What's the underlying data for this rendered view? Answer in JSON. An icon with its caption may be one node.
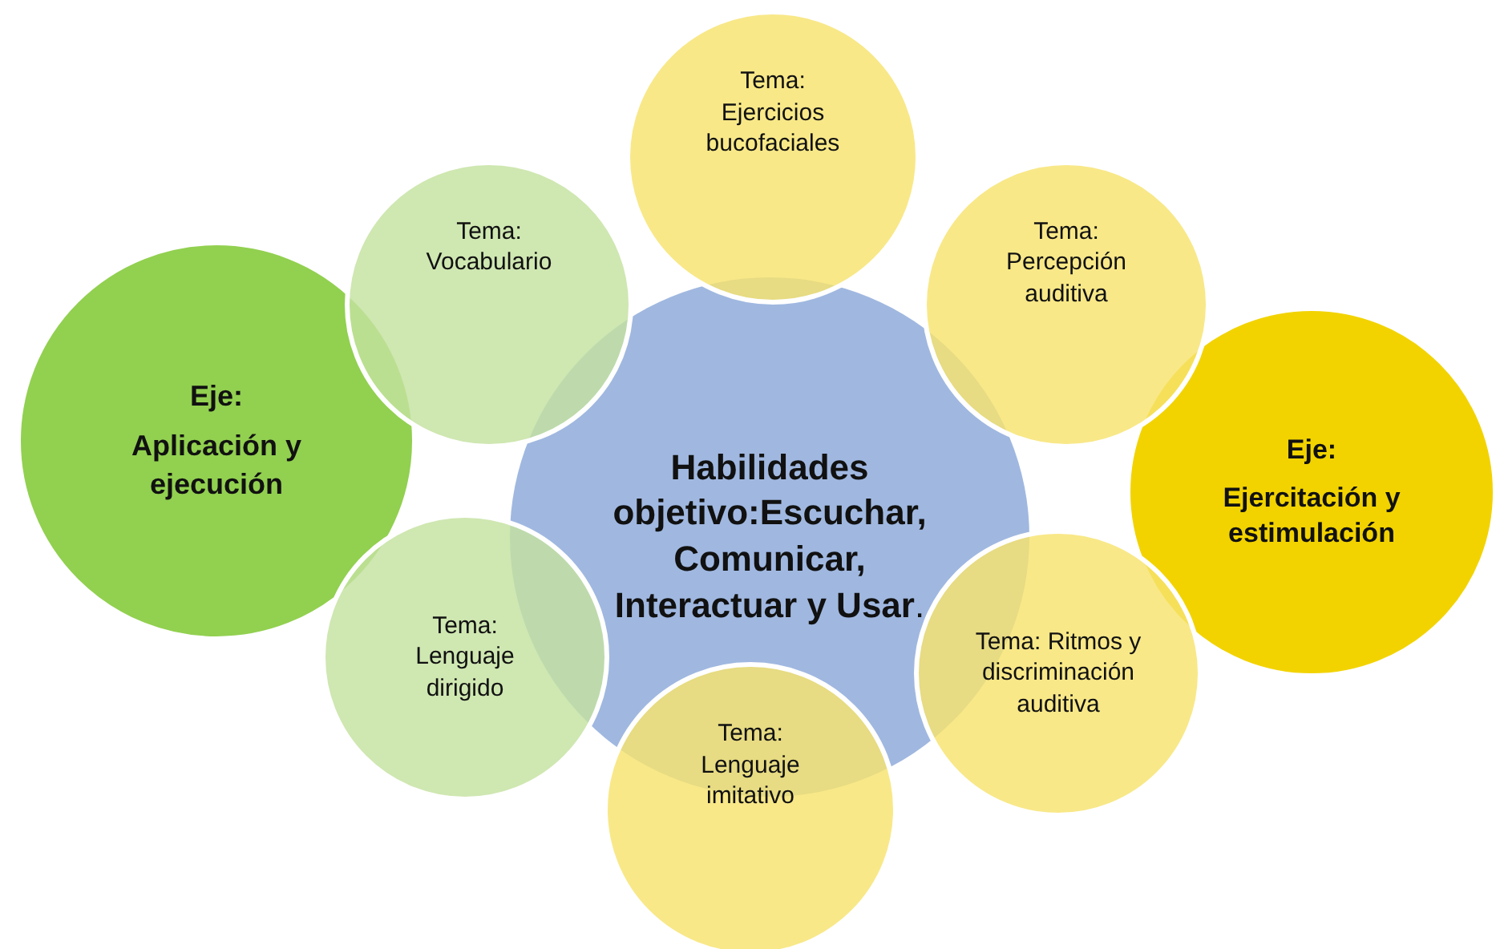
{
  "diagram": {
    "nodes": [
      {
        "text": [
          "Tema: Ejercicios bucofaciales"
        ]
      },
      {
        "text": [
          "Tema: Vocabulario"
        ]
      },
      {
        "text": [
          "Tema: Percepción auditiva"
        ]
      },
      {
        "text": [
          "Eje:",
          "Aplicación y ejecución"
        ]
      },
      {
        "text": [
          "**Habilidades objetivo:Escuchar, Comunicar, Interactuar y Usar**."
        ]
      },
      {
        "text": [
          "Eje:",
          "Ejercitación y estimulación"
        ]
      },
      {
        "text": [
          "Tema: Ritmos y discriminación auditiva"
        ]
      },
      {
        "text": [
          "Tema: Lenguaje dirigido"
        ]
      },
      {
        "text": [
          "Tema: Lenguaje imitativo"
        ]
      }
    ]
  }
}
